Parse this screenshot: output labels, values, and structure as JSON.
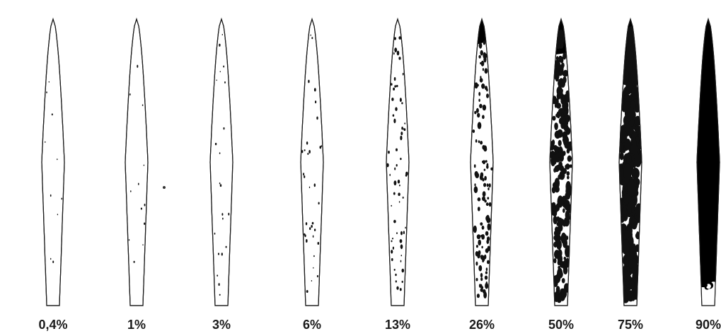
{
  "diagram": {
    "leaves": [
      {
        "label": "0,4%",
        "severity": 0.004
      },
      {
        "label": "1%",
        "severity": 0.01
      },
      {
        "label": "3%",
        "severity": 0.03
      },
      {
        "label": "6%",
        "severity": 0.06
      },
      {
        "label": "13%",
        "severity": 0.13
      },
      {
        "label": "26%",
        "severity": 0.26
      },
      {
        "label": "50%",
        "severity": 0.5
      },
      {
        "label": "75%",
        "severity": 0.75
      },
      {
        "label": "90%",
        "severity": 0.9
      }
    ]
  }
}
